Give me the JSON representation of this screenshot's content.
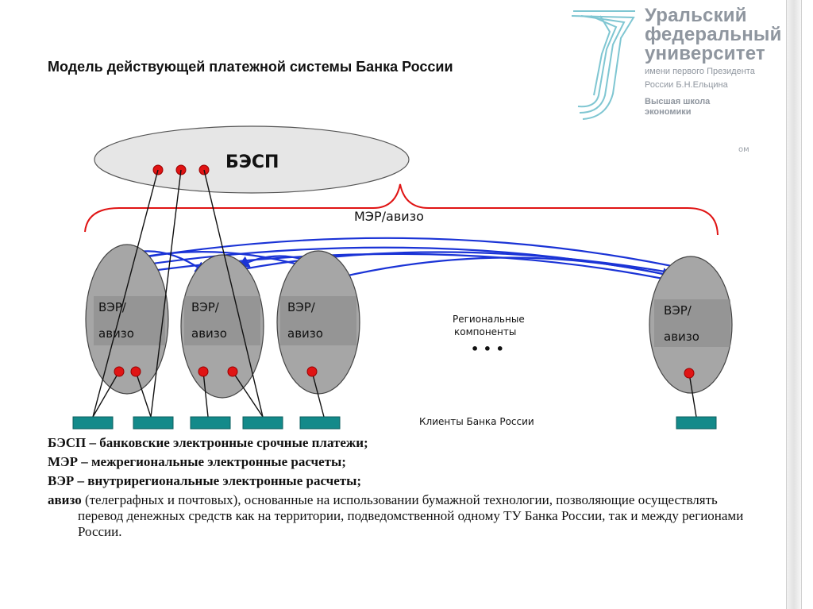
{
  "logo": {
    "line1": "Уральский",
    "line2": "федеральный",
    "line3": "университет",
    "sub1": "имени первого Президента",
    "sub2": "России Б.Н.Ельцина",
    "school1": "Высшая школа",
    "school2": "экономики",
    "fragment": "ом"
  },
  "title": "Модель действующей платежной системы Банка России",
  "diagram": {
    "besp_label": "БЭСП",
    "mer_label": "МЭР/авизо",
    "ver_line1": "ВЭР/",
    "ver_line2": "авизо",
    "regional_line1": "Региональные",
    "regional_line2": "компоненты",
    "ellipsis": "• • •",
    "clients_label": "Клиенты Банка России"
  },
  "legend": [
    {
      "term": "БЭСП",
      "text": " – банковские электронные срочные платежи;"
    },
    {
      "term": "МЭР",
      "text": " – межрегиональные электронные расчеты;"
    },
    {
      "term": "ВЭР",
      "text": " – внутрирегиональные электронные расчеты;"
    },
    {
      "term": "авизо",
      "text": " (телеграфных и почтовых), основанные на использовании бумажной технологии, позволяющие осуществлять перевод денежных средств как на территории, подведомственной одному ТУ Банка России, так и между регионами  России."
    }
  ],
  "colors": {
    "red": "#e01414",
    "blue": "#1a33d6",
    "node_fill": "#a6a6a6",
    "teal": "#138a8a"
  }
}
